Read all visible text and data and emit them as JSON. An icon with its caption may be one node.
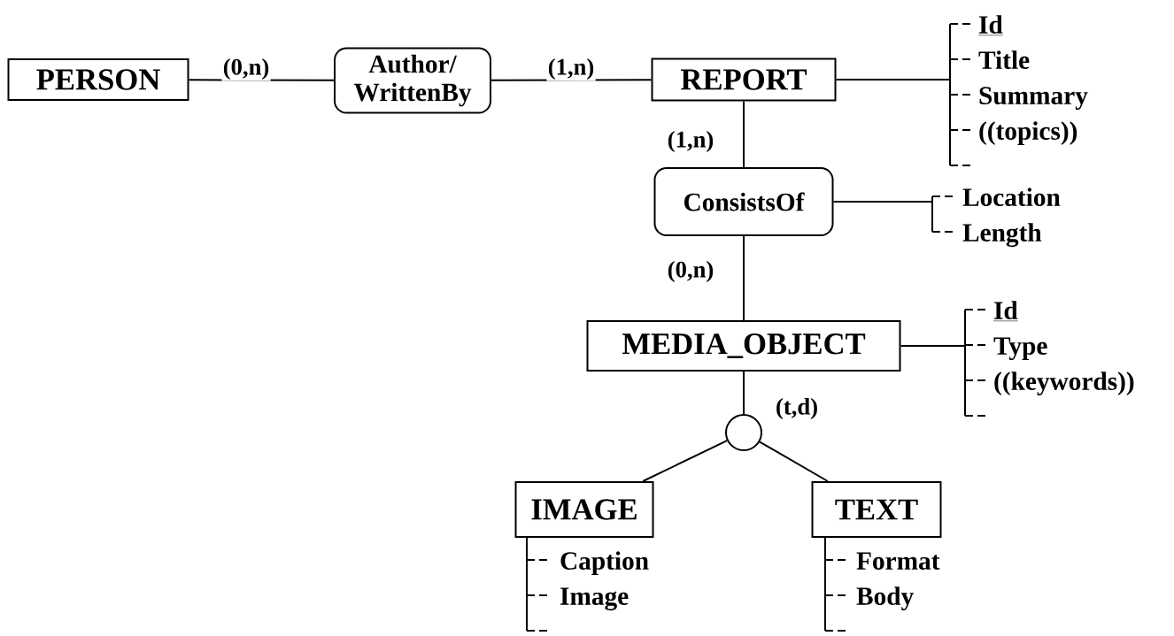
{
  "diagram": {
    "nodes": [
      {
        "text": [
          "PERSON"
        ]
      },
      {
        "text": [
          "Author/ WrittenBy"
        ]
      },
      {
        "text": [
          "REPORT"
        ]
      },
      {
        "text": [
          "ConsistsOf"
        ]
      },
      {
        "text": [
          "MEDIA_OBJECT"
        ]
      },
      {
        "text": [],
        "shape": "circle"
      },
      {
        "text": [
          "IMAGE"
        ]
      },
      {
        "text": [
          "TEXT"
        ]
      },
      {
        "text": [
          "Id",
          "Title",
          "Summary",
          "((topics))"
        ]
      },
      {
        "text": [
          "Location",
          "Length"
        ]
      },
      {
        "text": [
          "Id",
          "Type",
          "((keywords))"
        ]
      },
      {
        "text": [
          "Caption",
          "Image"
        ]
      },
      {
        "text": [
          "Format",
          "Body"
        ]
      }
    ],
    "edges": [
      {
        "from": 0,
        "to": 1,
        "arrow": "none",
        "label": "(0,n)"
      },
      {
        "from": 1,
        "to": 2,
        "arrow": "none",
        "label": "(1,n)"
      },
      {
        "from": 2,
        "to": 3,
        "arrow": "none",
        "label": "(1,n)"
      },
      {
        "from": 3,
        "to": 4,
        "arrow": "none",
        "label": "(0,n)"
      },
      {
        "from": 4,
        "to": 5,
        "arrow": "none",
        "label": "(t,d)"
      },
      {
        "from": 5,
        "to": 6,
        "arrow": "none"
      },
      {
        "from": 5,
        "to": 7,
        "arrow": "none"
      },
      {
        "from": 2,
        "to": 8,
        "arrow": "none"
      },
      {
        "from": 3,
        "to": 9,
        "arrow": "none"
      },
      {
        "from": 4,
        "to": 10,
        "arrow": "none"
      },
      {
        "from": 6,
        "to": 11,
        "arrow": "none"
      },
      {
        "from": 7,
        "to": 12,
        "arrow": "none"
      }
    ]
  }
}
